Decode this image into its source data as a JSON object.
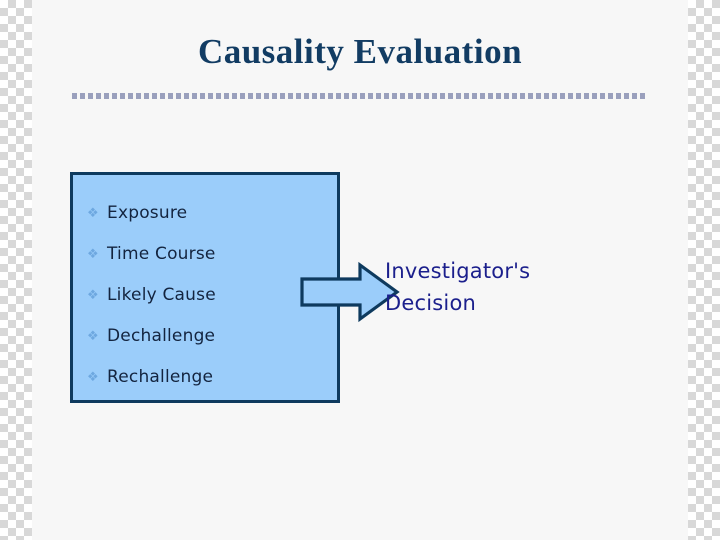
{
  "slide": {
    "title": "Causality Evaluation",
    "background_color": "#f7f7f7",
    "title_color": "#123c63",
    "divider": {
      "style": "dotted",
      "color": "#9aa0bd"
    }
  },
  "criteria_box": {
    "fill_color": "#9bcdfa",
    "border_color": "#0e3a5e",
    "bullet_glyph": "❖",
    "bullet_color": "#6ea8e0",
    "text_color": "#13243f",
    "items": [
      {
        "label": "Exposure"
      },
      {
        "label": "Time Course"
      },
      {
        "label": "Likely Cause"
      },
      {
        "label": "Dechallenge"
      },
      {
        "label": "Rechallenge"
      }
    ]
  },
  "arrow": {
    "name": "right-block-arrow",
    "fill_color": "#9bcdfa",
    "border_color": "#0e3a5e",
    "direction": "right"
  },
  "decision": {
    "line1": "Investigator's",
    "line2": "Decision",
    "color": "#1b1f8c"
  }
}
